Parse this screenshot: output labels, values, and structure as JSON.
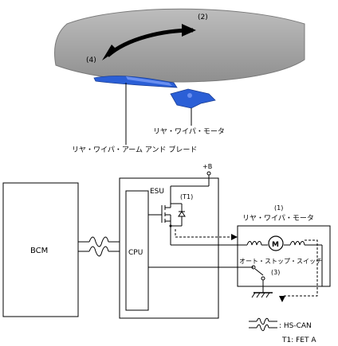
{
  "illustration": {
    "rotation_label_2": "(2)",
    "rotation_label_4": "(4)",
    "motor_label": "リヤ・ワイパ・モータ",
    "arm_label": "リヤ・ワイパ・アーム アンド ブレード",
    "glass_color": "#a7a7a7",
    "arm_color": "#2b5fd6"
  },
  "circuit": {
    "bcm_label": "BCM",
    "esu_label": "ESU",
    "cpu_label": "CPU",
    "power_label": "+B",
    "fet_label": "(T1)",
    "motor_index": "(1)",
    "motor_title": "リヤ・ワイパ・モータ",
    "motor_symbol": "M",
    "switch_label": "オート・ストップ・スイッチ",
    "switch_index": "(3)"
  },
  "legend": {
    "hscan_label": ": HS-CAN",
    "fet_label": "T1: FET A"
  }
}
